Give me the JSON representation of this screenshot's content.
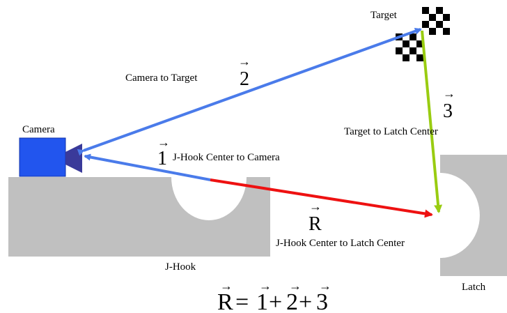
{
  "labels": {
    "target": "Target",
    "camera": "Camera",
    "camera_to_target": "Camera to Target",
    "target_to_latch": "Target to Latch Center",
    "jhook_to_camera": "J-Hook Center to Camera",
    "jhook_to_latch": "J-Hook Center to Latch Center",
    "jhook": "J-Hook",
    "latch": "Latch"
  },
  "vectors": {
    "v1": "1",
    "v2": "2",
    "v3": "3",
    "vR": "R",
    "arrow": "→"
  },
  "equation": {
    "lhs": "R",
    "equals": "=",
    "t1": "1",
    "plus1": "+",
    "t2": "2",
    "plus2": "+",
    "t3": "3"
  },
  "colors": {
    "vector_1": "#4a7bea",
    "vector_2": "#4a7bea",
    "vector_3": "#99cc11",
    "vector_R": "#ee1111",
    "body_gray": "#c0c0c0",
    "camera_body": "#2255ee",
    "camera_lens": "#3a3a9a"
  },
  "icons": {
    "target_marker": "checker-target-icon",
    "camera": "camera-icon"
  }
}
